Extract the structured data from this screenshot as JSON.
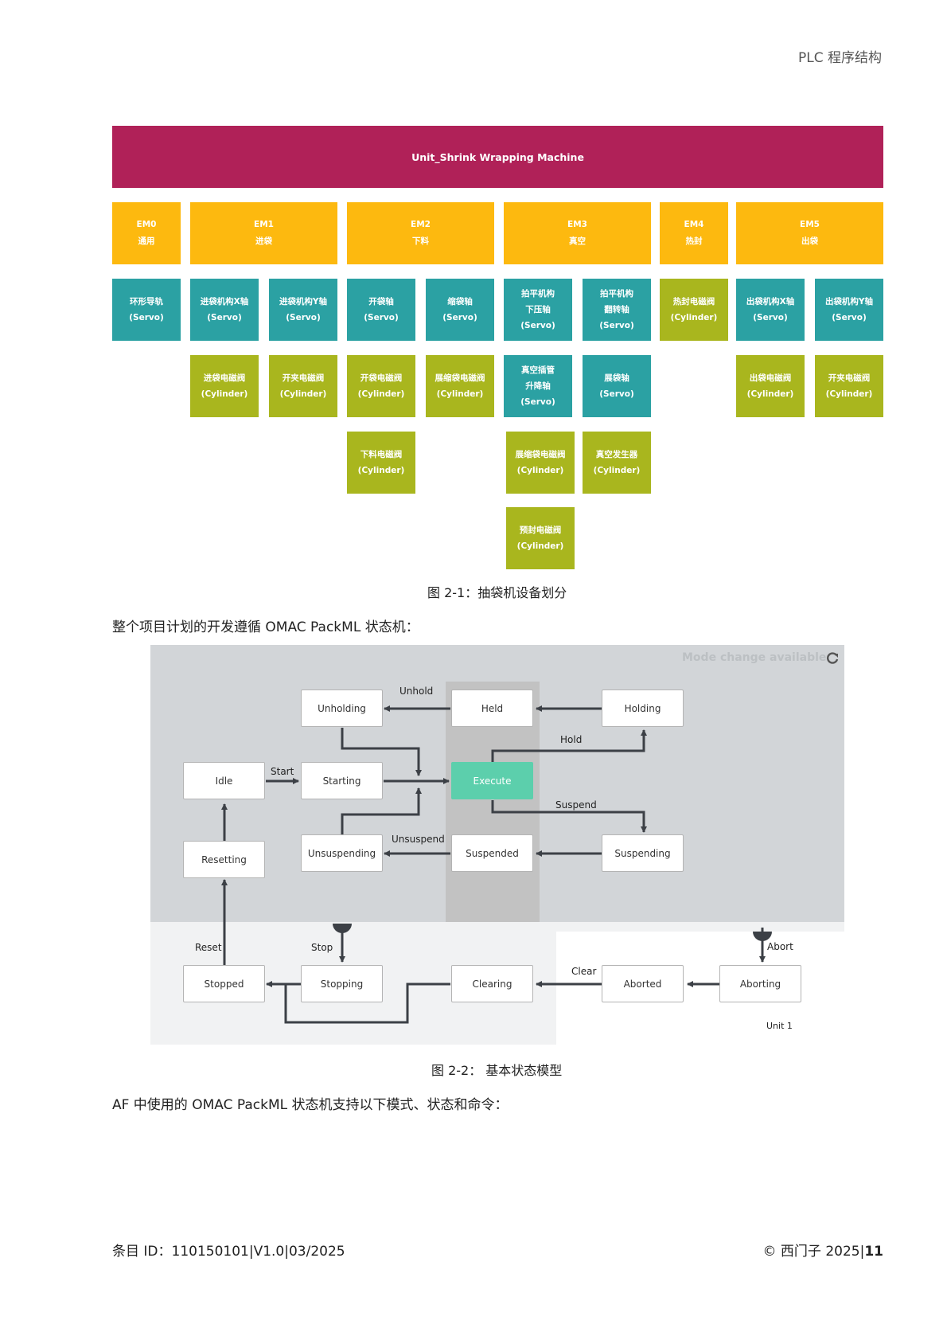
{
  "header": {
    "title": "PLC 程序结构"
  },
  "figure1": {
    "unit": "Unit_Shrink Wrapping Machine",
    "modules": [
      {
        "code": "EM0",
        "name": "通用"
      },
      {
        "code": "EM1",
        "name": "进袋"
      },
      {
        "code": "EM2",
        "name": "下料"
      },
      {
        "code": "EM3",
        "name": "真空"
      },
      {
        "code": "EM4",
        "name": "热封"
      },
      {
        "code": "EM5",
        "name": "出袋"
      }
    ],
    "components": [
      {
        "l1": "环形导轨",
        "l2": "",
        "l3": "(Servo)",
        "type": "servo"
      },
      {
        "l1": "进袋机构X轴",
        "l2": "",
        "l3": "(Servo)",
        "type": "servo"
      },
      {
        "l1": "进袋机构Y轴",
        "l2": "",
        "l3": "(Servo)",
        "type": "servo"
      },
      {
        "l1": "开袋轴",
        "l2": "",
        "l3": "(Servo)",
        "type": "servo"
      },
      {
        "l1": "缩袋轴",
        "l2": "",
        "l3": "(Servo)",
        "type": "servo"
      },
      {
        "l1": "拍平机构",
        "l2": "下压轴",
        "l3": "(Servo)",
        "type": "servo"
      },
      {
        "l1": "拍平机构",
        "l2": "翻转轴",
        "l3": "(Servo)",
        "type": "servo"
      },
      {
        "l1": "热封电磁阀",
        "l2": "",
        "l3": "(Cylinder)",
        "type": "cyl"
      },
      {
        "l1": "出袋机构X轴",
        "l2": "",
        "l3": "(Servo)",
        "type": "servo"
      },
      {
        "l1": "出袋机构Y轴",
        "l2": "",
        "l3": "(Servo)",
        "type": "servo"
      },
      {
        "l1": "进袋电磁阀",
        "l2": "",
        "l3": "(Cylinder)",
        "type": "cyl"
      },
      {
        "l1": "开夹电磁阀",
        "l2": "",
        "l3": "(Cylinder)",
        "type": "cyl"
      },
      {
        "l1": "开袋电磁阀",
        "l2": "",
        "l3": "(Cylinder)",
        "type": "cyl"
      },
      {
        "l1": "展缩袋电磁阀",
        "l2": "",
        "l3": "(Cylinder)",
        "type": "cyl"
      },
      {
        "l1": "真空插管",
        "l2": "升降轴",
        "l3": "(Servo)",
        "type": "servo"
      },
      {
        "l1": "展袋轴",
        "l2": "",
        "l3": "(Servo)",
        "type": "servo"
      },
      {
        "l1": "出袋电磁阀",
        "l2": "",
        "l3": "(Cylinder)",
        "type": "cyl"
      },
      {
        "l1": "开夹电磁阀",
        "l2": "",
        "l3": "(Cylinder)",
        "type": "cyl"
      },
      {
        "l1": "下料电磁阀",
        "l2": "",
        "l3": "(Cylinder)",
        "type": "cyl"
      },
      {
        "l1": "展缩袋电磁阀",
        "l2": "",
        "l3": "(Cylinder)",
        "type": "cyl"
      },
      {
        "l1": "真空发生器",
        "l2": "",
        "l3": "(Cylinder)",
        "type": "cyl"
      },
      {
        "l1": "预封电磁阀",
        "l2": "",
        "l3": "(Cylinder)",
        "type": "cyl"
      }
    ],
    "caption": "图 2-1：抽袋机设备划分"
  },
  "para1": "整个项目计划的开发遵循 OMAC PackML 状态机：",
  "figure2": {
    "mode_text": "Mode change available",
    "unit_label": "Unit 1",
    "states": {
      "unholding": "Unholding",
      "held": "Held",
      "holding": "Holding",
      "idle": "Idle",
      "starting": "Starting",
      "execute": "Execute",
      "resetting": "Resetting",
      "unsuspending": "Unsuspending",
      "suspended": "Suspended",
      "suspending": "Suspending",
      "stopped": "Stopped",
      "stopping": "Stopping",
      "clearing": "Clearing",
      "aborted": "Aborted",
      "aborting": "Aborting"
    },
    "commands": {
      "unhold": "Unhold",
      "hold": "Hold",
      "start": "Start",
      "suspend": "Suspend",
      "unsuspend": "Unsuspend",
      "reset": "Reset",
      "stop": "Stop",
      "clear": "Clear",
      "abort": "Abort"
    },
    "colors": {
      "execute": "#5ccfac",
      "panel": "#d2d5d8",
      "lower_panel": "#f1f2f3",
      "column": "#c0c0c0"
    },
    "caption": "图 2-2： 基本状态模型"
  },
  "para2": "AF 中使用的 OMAC PackML 状态机支持以下模式、状态和命令：",
  "footer": {
    "left": "条目 ID：110150101|V1.0|03/2025",
    "right_prefix": "© 西门子 2025|",
    "page": "11"
  }
}
